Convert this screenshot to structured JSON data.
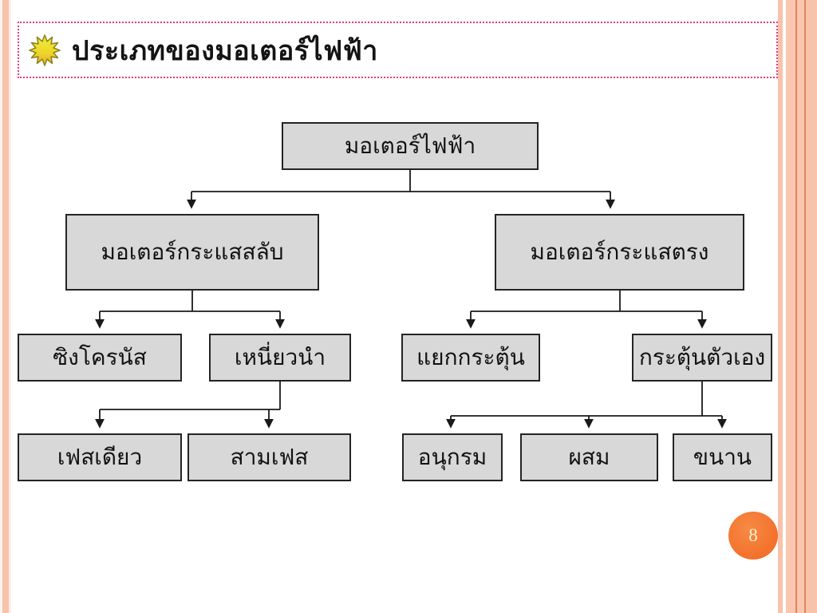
{
  "slide": {
    "title": "ประเภทของมอเตอร์ไฟฟ้า",
    "page_number": "8",
    "accent_colors": {
      "title_border_pink": "#e33b76",
      "page_circle_orange": "#f3712c",
      "node_fill_gray": "#d8d8d8",
      "node_border": "#242424",
      "edge_stripe_peach": "#f9c3ab",
      "starburst_yellow": "#efe135",
      "starburst_orange": "#f0a830"
    }
  },
  "diagram": {
    "type": "tree",
    "nodes": {
      "root": {
        "label": "มอเตอร์ไฟฟ้า"
      },
      "ac": {
        "label": "มอเตอร์กระแสสลับ"
      },
      "dc": {
        "label": "มอเตอร์กระแสตรง"
      },
      "sync": {
        "label": "ซิงโครนัส"
      },
      "induction": {
        "label": "เหนี่ยวนำ"
      },
      "single_phase": {
        "label": "เฟสเดียว"
      },
      "three_phase": {
        "label": "สามเฟส"
      },
      "sep_excited": {
        "label": "แยกกระตุ้น"
      },
      "self_excited": {
        "label": "กระตุ้นตัวเอง"
      },
      "series": {
        "label": "อนุกรม"
      },
      "compound": {
        "label": "ผสม"
      },
      "shunt": {
        "label": "ขนาน"
      }
    },
    "edges": [
      {
        "from": "root",
        "to": "ac"
      },
      {
        "from": "root",
        "to": "dc"
      },
      {
        "from": "ac",
        "to": "sync"
      },
      {
        "from": "ac",
        "to": "induction"
      },
      {
        "from": "induction",
        "to": "single_phase"
      },
      {
        "from": "induction",
        "to": "three_phase"
      },
      {
        "from": "dc",
        "to": "sep_excited"
      },
      {
        "from": "dc",
        "to": "self_excited"
      },
      {
        "from": "self_excited",
        "to": "series"
      },
      {
        "from": "self_excited",
        "to": "compound"
      },
      {
        "from": "self_excited",
        "to": "shunt"
      }
    ]
  }
}
